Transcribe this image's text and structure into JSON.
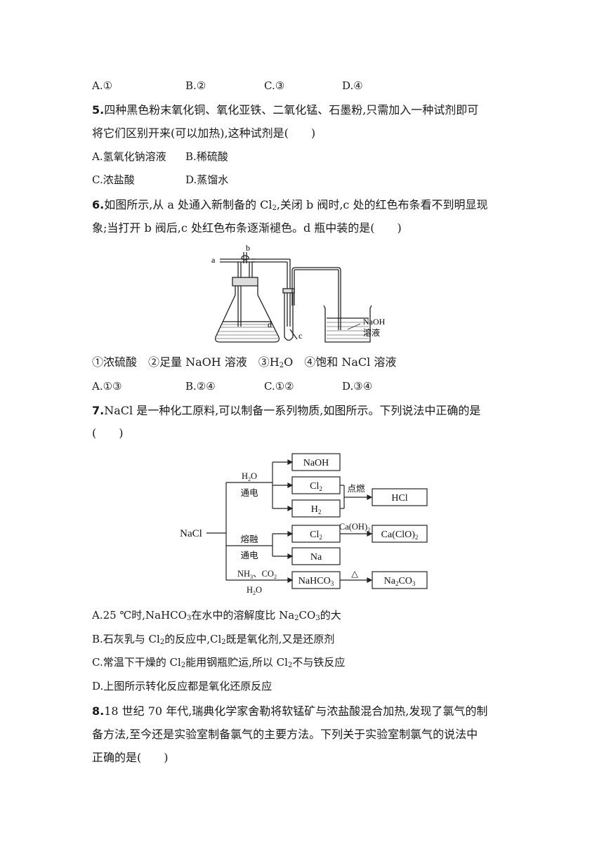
{
  "q4_options": [
    "A.①",
    "B.②",
    "C.③",
    "D.④"
  ],
  "q5": {
    "num": "5.",
    "line1": "四种黑色粉末氧化铜、氧化亚铁、二氧化锰、石墨粉,只需加入一种试剂即可",
    "line2": "将它们区别开来(可以加热),这种试剂是(　　)",
    "options": [
      "A.氢氧化钠溶液",
      "B.稀硫酸",
      "C.浓盐酸",
      "D.蒸馏水"
    ]
  },
  "q6": {
    "num": "6.",
    "line1_a": "如图所示,从 a 处通入新制备的 Cl",
    "line1_sub": "2",
    "line1_b": ",关闭 b 阀时,c 处的红色布条看不到明显现",
    "line2": "象;当打开 b 阀后,c 处红色布条逐渐褪色。d 瓶中装的是(　　)",
    "figure_labels": {
      "a": "a",
      "b": "b",
      "c": "c",
      "d": "d",
      "naoh": "NaOH",
      "solution": "溶液"
    },
    "choices_a": "①浓硫酸　②足量 NaOH 溶液　③H",
    "choices_sub": "2",
    "choices_b": "O　④饱和 NaCl 溶液",
    "options": [
      "A.①③",
      "B.②④",
      "C.①②",
      "D.③④"
    ]
  },
  "q7": {
    "num": "7.",
    "line1": "NaCl 是一种化工原料,可以制备一系列物质,如图所示。下列说法中正确的是",
    "line2": "(　　)",
    "diagram": {
      "source": "NaCl",
      "c1_top": "H",
      "c1_sub": "2",
      "c1_tail": "O",
      "c1_bottom": "通电",
      "c2_top": "熔融",
      "c2_bottom": "通电",
      "c3_top_a": "NH",
      "c3_top_sub1": "3",
      "c3_top_b": "、CO",
      "c3_top_sub2": "2",
      "c3_bottom": "H",
      "c3_bottom_sub": "2",
      "c3_bottom_tail": "O",
      "naoh": "NaOH",
      "cl2": "Cl",
      "cl2_sub": "2",
      "h2": "H",
      "h2_sub": "2",
      "ignite": "点燃",
      "hcl": "HCl",
      "caoh2_a": "Ca(OH)",
      "caoh2_sub": "2",
      "caclo2_a": "Ca(ClO)",
      "caclo2_sub": "2",
      "na": "Na",
      "nahco3_a": "NaHCO",
      "nahco3_sub": "3",
      "heat": "△",
      "na2co3_a": "Na",
      "na2co3_sub1": "2",
      "na2co3_b": "CO",
      "na2co3_sub2": "3"
    },
    "optA_a": "A.25 ℃时,NaHCO",
    "optA_s1": "3",
    "optA_b": "在水中的溶解度比 Na",
    "optA_s2": "2",
    "optA_c": "CO",
    "optA_s3": "3",
    "optA_d": "的大",
    "optB_a": "B.石灰乳与 Cl",
    "optB_s1": "2",
    "optB_b": "的反应中,Cl",
    "optB_s2": "2",
    "optB_c": "既是氧化剂,又是还原剂",
    "optC_a": "C.常温下干燥的 Cl",
    "optC_s1": "2",
    "optC_b": "能用钢瓶贮运,所以 Cl",
    "optC_s2": "2",
    "optC_c": "不与铁反应",
    "optD": "D.上图所示转化反应都是氧化还原反应"
  },
  "q8": {
    "num": "8.",
    "line1": "18 世纪 70 年代,瑞典化学家舍勒将软锰矿与浓盐酸混合加热,发现了氯气的制",
    "line2": "备方法,至今还是实验室制备氯气的主要方法。下列关于实验室制氯气的说法中",
    "line3": "正确的是(　　)"
  }
}
